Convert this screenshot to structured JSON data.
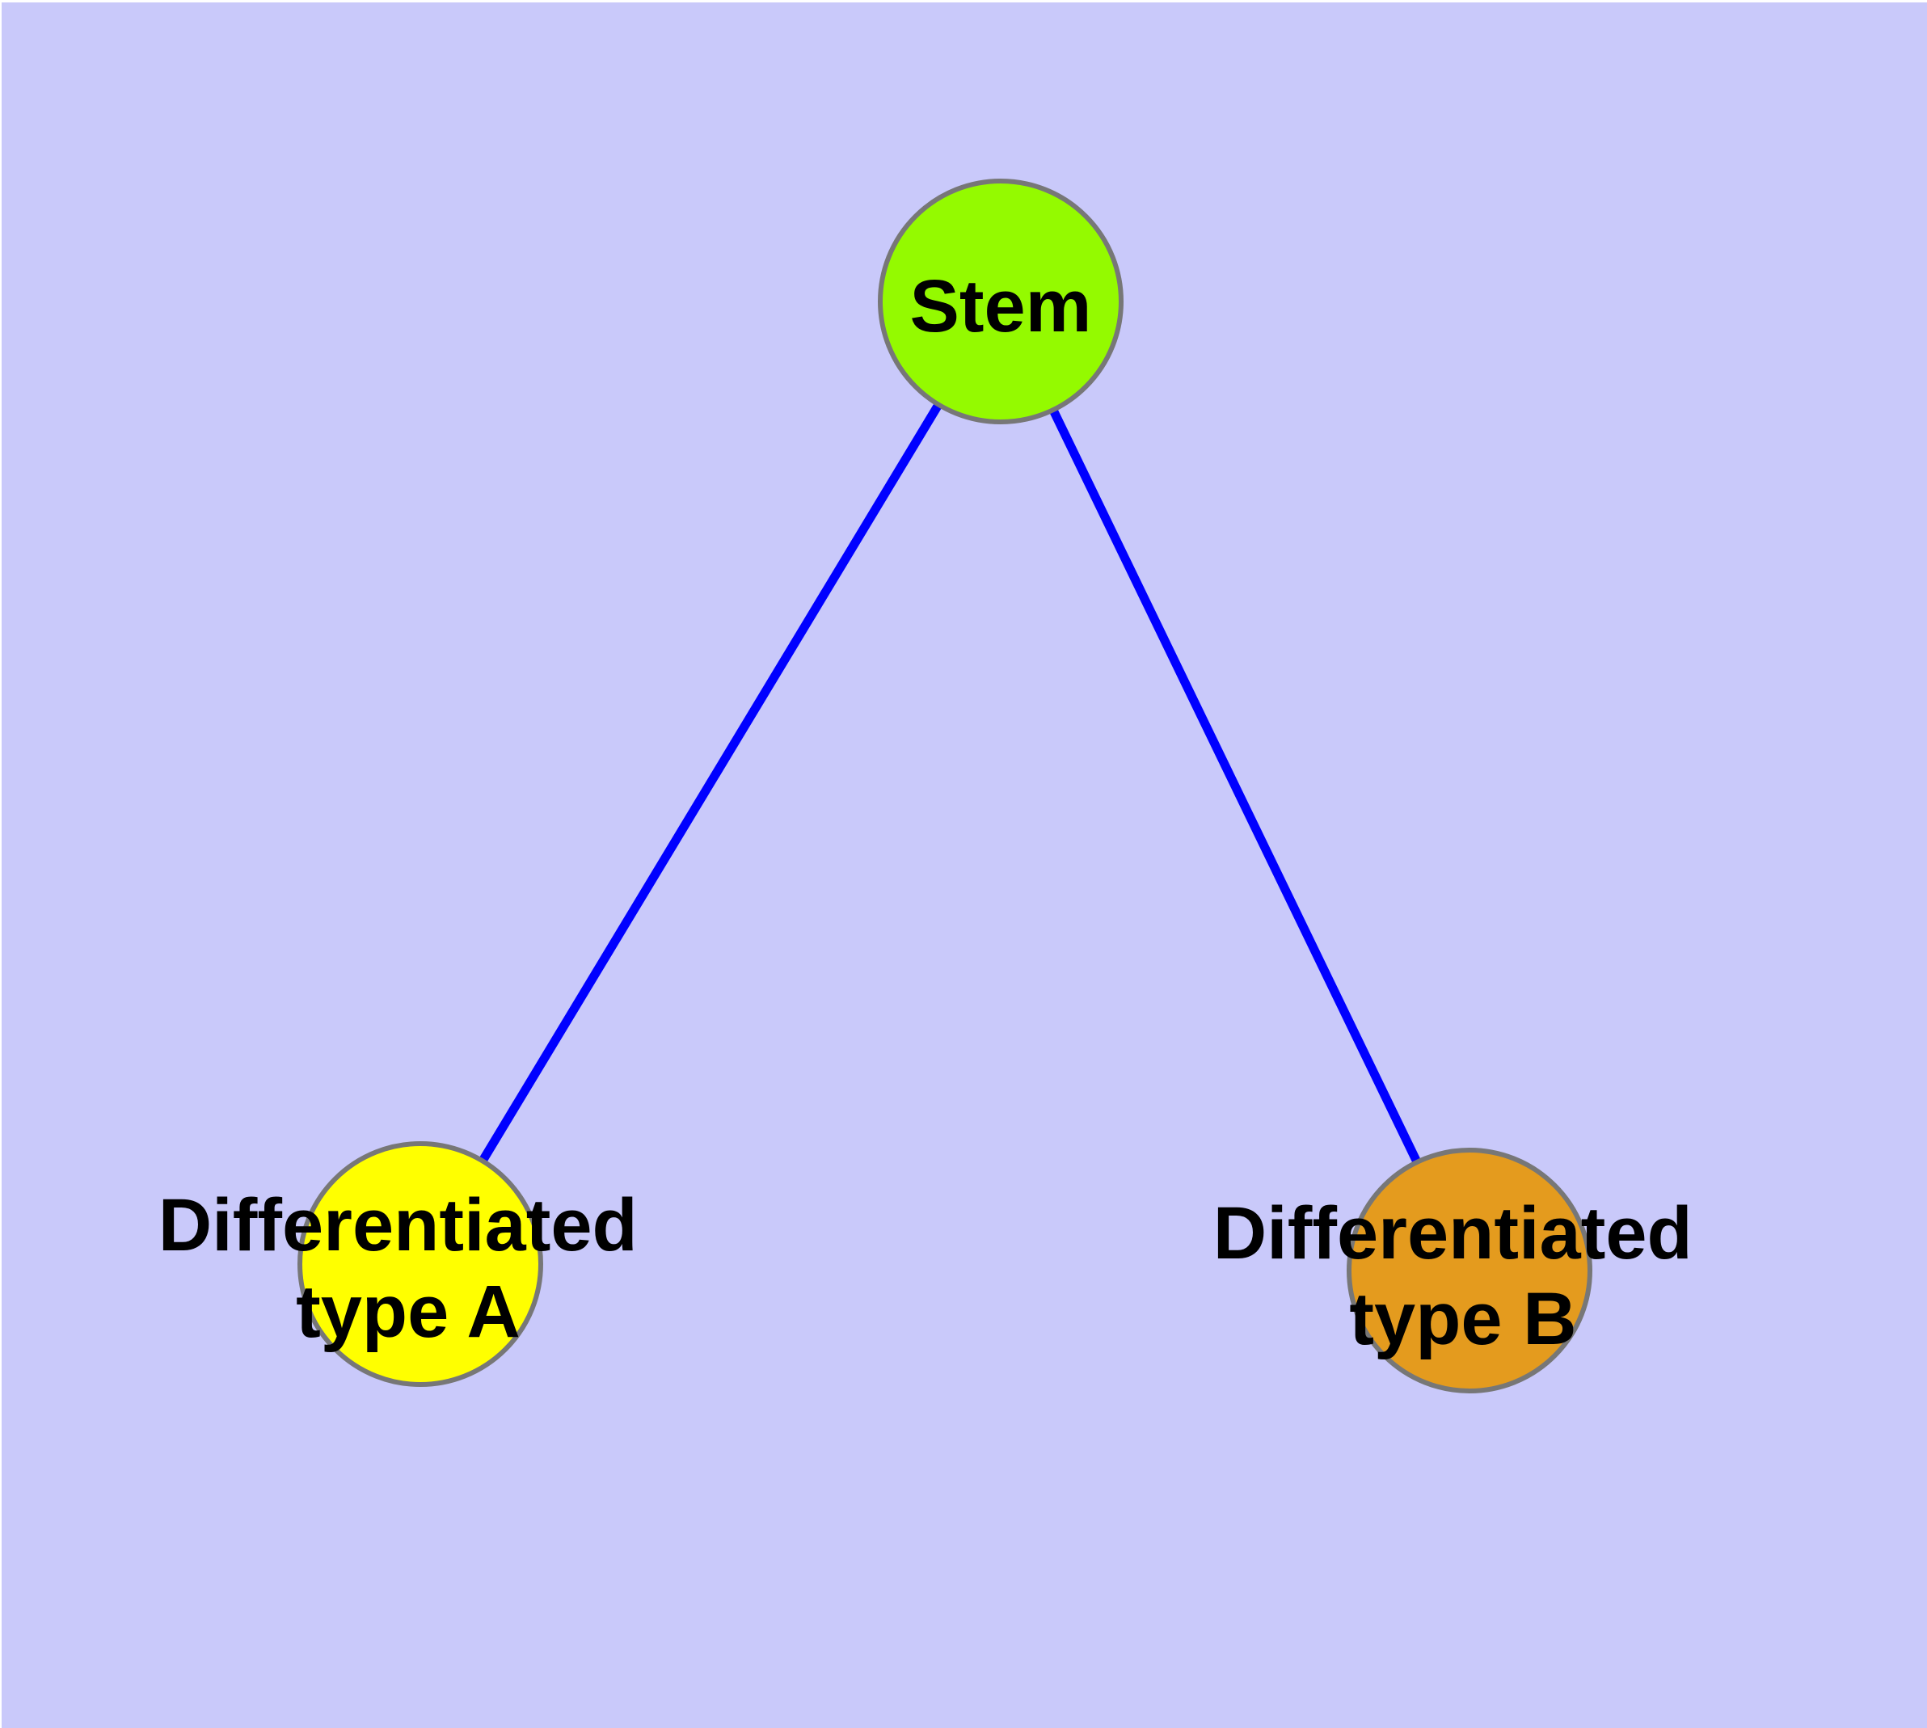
{
  "diagram": {
    "background_color": "#C9C9FA",
    "frame_color": "#FFFFFF",
    "edge_color": "#0000FF",
    "node_border_color": "#777777",
    "nodes": {
      "stem": {
        "label": "Stem",
        "fill_color": "#94FA00"
      },
      "type_a": {
        "label_line1": "Differentiated",
        "label_line2": "type A",
        "fill_color": "#FFFF00"
      },
      "type_b": {
        "label_line1": "Differentiated",
        "label_line2": "type B",
        "fill_color": "#E49B1E"
      }
    },
    "edges": [
      {
        "from": "Stem",
        "to": "Differentiated type A"
      },
      {
        "from": "Stem",
        "to": "Differentiated type B"
      }
    ]
  }
}
